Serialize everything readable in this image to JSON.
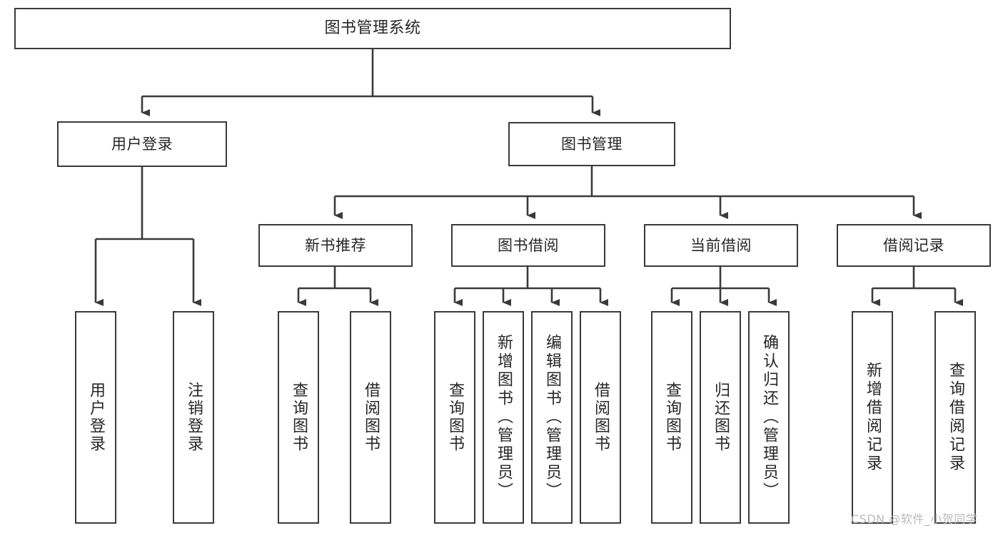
{
  "diagram": {
    "title": "图书管理系统",
    "type": "hierarchy-tree",
    "watermark": "CSDN @软件_小贺同学",
    "colors": {
      "box_border": "#3a3a3a",
      "box_fill": "#ffffff",
      "connector": "#3a3a3a",
      "text": "#262626",
      "watermark": "#b9b9b9",
      "background": "#ffffff"
    }
  },
  "nodes": {
    "root": {
      "label": "图书管理系统"
    },
    "level2": [
      {
        "label": "用户登录"
      },
      {
        "label": "图书管理"
      }
    ],
    "level3": [
      {
        "label": "新书推荐"
      },
      {
        "label": "图书借阅"
      },
      {
        "label": "当前借阅"
      },
      {
        "label": "借阅记录"
      }
    ],
    "leaves_user_login": [
      {
        "label": "用户登录"
      },
      {
        "label": "注销登录"
      }
    ],
    "leaves_new_books": [
      {
        "label": "查询图书"
      },
      {
        "label": "借阅图书"
      }
    ],
    "leaves_borrow": [
      {
        "label": "查询图书"
      },
      {
        "label": "新增图书（管理员）"
      },
      {
        "label": "编辑图书（管理员）"
      },
      {
        "label": "借阅图书"
      }
    ],
    "leaves_current": [
      {
        "label": "查询图书"
      },
      {
        "label": "归还图书"
      },
      {
        "label": "确认归还（管理员）"
      }
    ],
    "leaves_records": [
      {
        "label": "新增借阅记录"
      },
      {
        "label": "查询借阅记录"
      }
    ]
  }
}
